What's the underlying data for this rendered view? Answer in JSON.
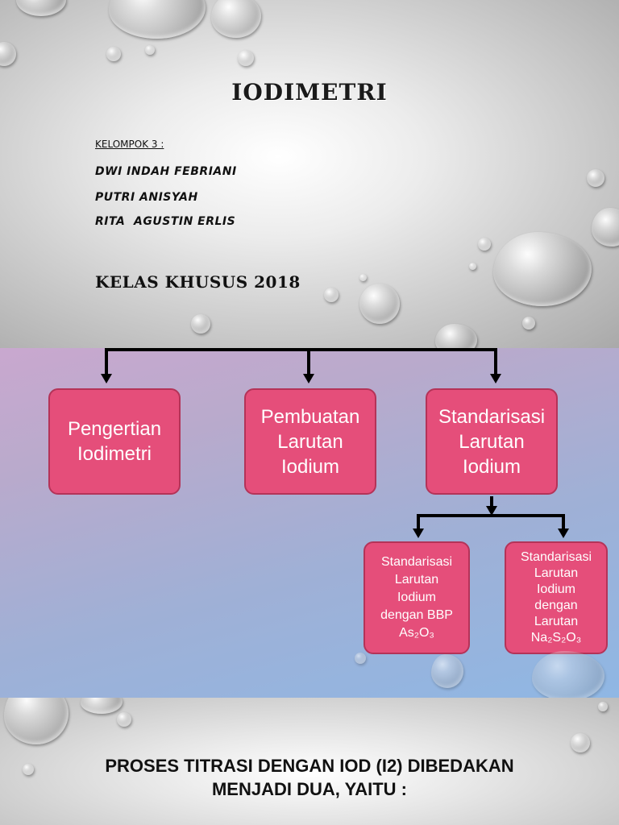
{
  "slide1": {
    "title": "IODIMETRI",
    "group_label": "KELOMPOK 3 :",
    "members": [
      "DWI INDAH FEBRIANI",
      "PUTRI ANISYAH",
      "RITA  AGUSTIN ERLIS"
    ],
    "class_label": "KELAS KHUSUS 2018"
  },
  "slide2": {
    "top_boxes": [
      "Pengertian\nIodimetri",
      "Pembuatan\nLarutan\nIodium",
      "Standarisasi\nLarutan\nIodium"
    ],
    "sub_boxes": [
      "Standarisasi\nLarutan\nIodium\ndengan BBP\nAs₂O₃",
      "Standarisasi\nLarutan\nIodium\ndengan\nLarutan\nNa₂S₂O₃"
    ],
    "colors": {
      "box": "#e54e7a",
      "box_border": "#b43358",
      "connector": "#000000"
    }
  },
  "slide3": {
    "text": "PROSES TITRASI DENGAN IOD (I2) DIBEDAKAN\nMENJADI DUA, YAITU :"
  }
}
